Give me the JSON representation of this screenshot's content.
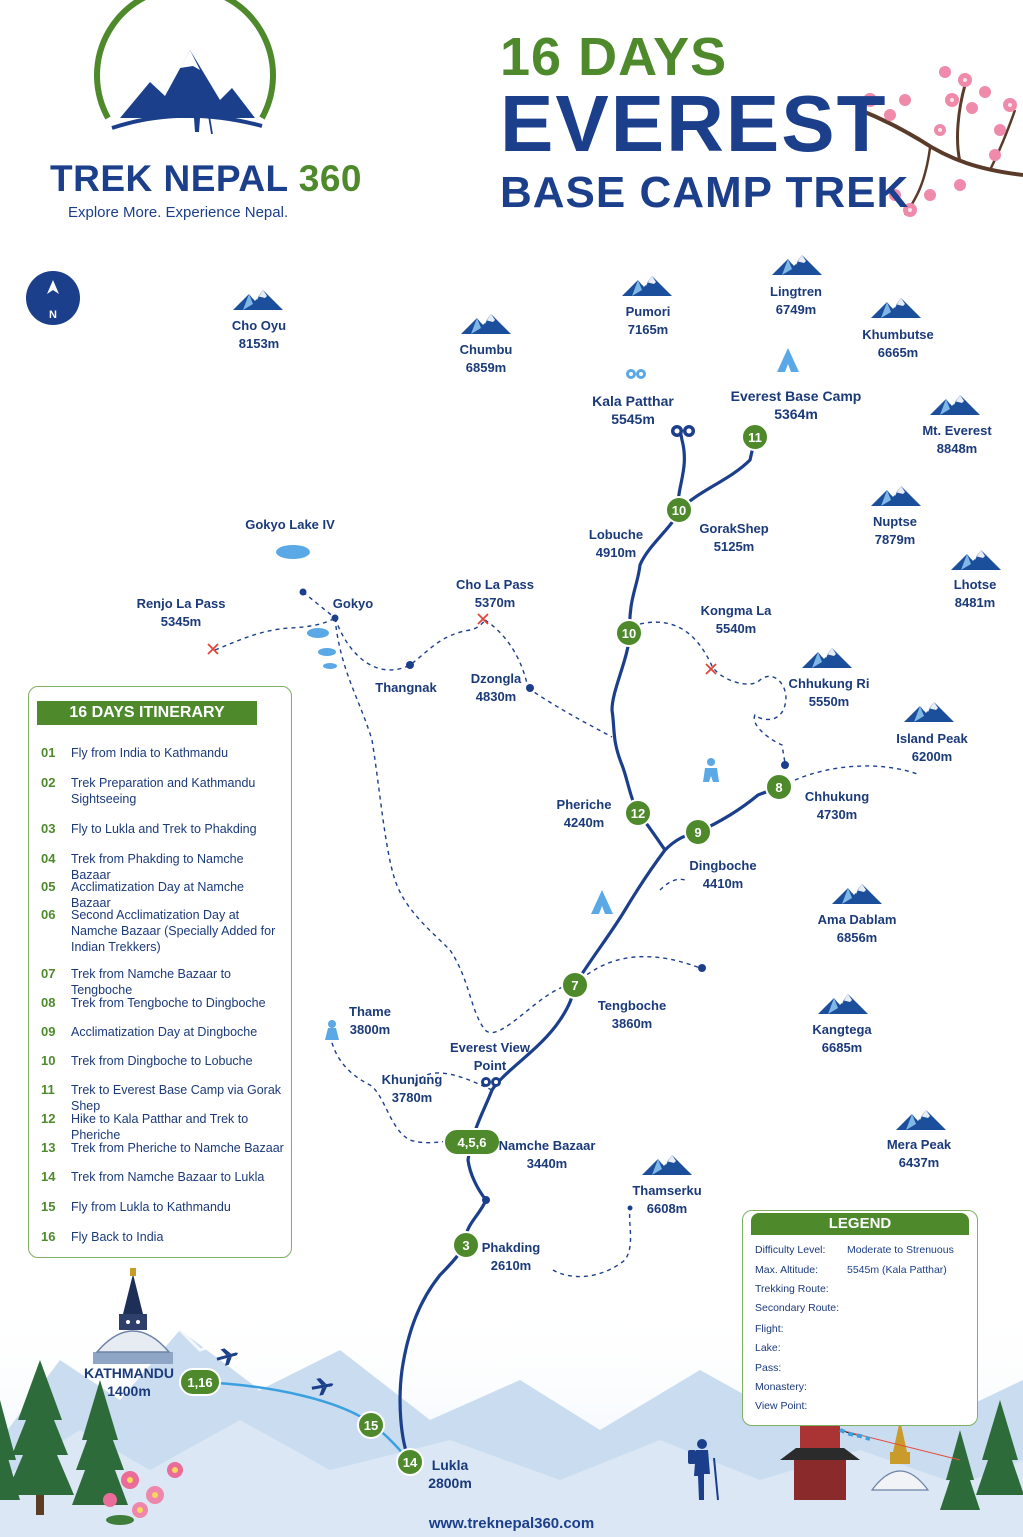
{
  "brand": {
    "name_main": "TREK NEPAL",
    "name_accent": "360",
    "tagline": "Explore More. Experience Nepal."
  },
  "title": {
    "days": "16 DAYS",
    "main": "EVEREST",
    "sub": "BASE CAMP TREK"
  },
  "compass": {
    "label": "N"
  },
  "places": {
    "cho_oyu": {
      "name": "Cho Oyu",
      "elev": "8153m"
    },
    "chumbu": {
      "name": "Chumbu",
      "elev": "6859m"
    },
    "pumori": {
      "name": "Pumori",
      "elev": "7165m"
    },
    "lingtren": {
      "name": "Lingtren",
      "elev": "6749m"
    },
    "khumbutse": {
      "name": "Khumbutse",
      "elev": "6665m"
    },
    "kala_patthar": {
      "name": "Kala Patthar",
      "elev": "5545m"
    },
    "ebc": {
      "name": "Everest Base Camp",
      "elev": "5364m"
    },
    "everest": {
      "name": "Mt. Everest",
      "elev": "8848m"
    },
    "nuptse": {
      "name": "Nuptse",
      "elev": "7879m"
    },
    "lhotse": {
      "name": "Lhotse",
      "elev": "8481m"
    },
    "gokyo_lake": {
      "name": "Gokyo Lake IV"
    },
    "lobuche": {
      "name": "Lobuche",
      "elev": "4910m"
    },
    "gorakshep": {
      "name": "GorakShep",
      "elev": "5125m"
    },
    "renjo": {
      "name": "Renjo La Pass",
      "elev": "5345m"
    },
    "gokyo": {
      "name": "Gokyo"
    },
    "cho_la": {
      "name": "Cho La Pass",
      "elev": "5370m"
    },
    "kongma": {
      "name": "Kongma La",
      "elev": "5540m"
    },
    "thangnak": {
      "name": "Thangnak"
    },
    "dzongla": {
      "name": "Dzongla",
      "elev": "4830m"
    },
    "chhukung_ri": {
      "name": "Chhukung Ri",
      "elev": "5550m"
    },
    "island_peak": {
      "name": "Island Peak",
      "elev": "6200m"
    },
    "chhukung": {
      "name": "Chhukung",
      "elev": "4730m"
    },
    "pheriche": {
      "name": "Pheriche",
      "elev": "4240m"
    },
    "dingboche": {
      "name": "Dingboche",
      "elev": "4410m"
    },
    "ama_dablam": {
      "name": "Ama Dablam",
      "elev": "6856m"
    },
    "tengboche": {
      "name": "Tengboche",
      "elev": "3860m"
    },
    "kangtega": {
      "name": "Kangtega",
      "elev": "6685m"
    },
    "thame": {
      "name": "Thame",
      "elev": "3800m"
    },
    "everest_view": {
      "name": "Everest View",
      "name2": "Point"
    },
    "khunjung": {
      "name": "Khunjung",
      "elev": "3780m"
    },
    "namche": {
      "name": "Namche Bazaar",
      "elev": "3440m"
    },
    "mera": {
      "name": "Mera Peak",
      "elev": "6437m"
    },
    "thamserku": {
      "name": "Thamserku",
      "elev": "6608m"
    },
    "phakding": {
      "name": "Phakding",
      "elev": "2610m"
    },
    "kathmandu": {
      "name": "KATHMANDU",
      "elev": "1400m"
    },
    "lukla": {
      "name": "Lukla",
      "elev": "2800m"
    }
  },
  "nodes": [
    {
      "id": "n11",
      "label": "11"
    },
    {
      "id": "n10a",
      "label": "10"
    },
    {
      "id": "n10b",
      "label": "10"
    },
    {
      "id": "n8",
      "label": "8"
    },
    {
      "id": "n12",
      "label": "12"
    },
    {
      "id": "n9",
      "label": "9"
    },
    {
      "id": "n7",
      "label": "7"
    },
    {
      "id": "n456",
      "label": "4,5,6"
    },
    {
      "id": "n3",
      "label": "3"
    },
    {
      "id": "n116",
      "label": "1,16"
    },
    {
      "id": "n15",
      "label": "15"
    },
    {
      "id": "n14",
      "label": "14"
    }
  ],
  "itinerary": {
    "title": "16 DAYS ITINERARY",
    "items": [
      {
        "num": "01",
        "text": "Fly from India to Kathmandu"
      },
      {
        "num": "02",
        "text": "Trek Preparation and Kathmandu Sightseeing"
      },
      {
        "num": "03",
        "text": "Fly to Lukla and Trek to Phakding"
      },
      {
        "num": "04",
        "text": "Trek from Phakding to Namche Bazaar"
      },
      {
        "num": "05",
        "text": "Acclimatization Day at Namche Bazaar"
      },
      {
        "num": "06",
        "text": "Second Acclimatization Day at Namche Bazaar (Specially Added for Indian Trekkers)"
      },
      {
        "num": "07",
        "text": "Trek from Namche Bazaar to Tengboche"
      },
      {
        "num": "08",
        "text": "Trek from Tengboche to Dingboche"
      },
      {
        "num": "09",
        "text": "Acclimatization Day at Dingboche"
      },
      {
        "num": "10",
        "text": "Trek from Dingboche to Lobuche"
      },
      {
        "num": "11",
        "text": "Trek to Everest Base Camp via Gorak Shep"
      },
      {
        "num": "12",
        "text": "Hike to Kala Patthar and Trek to Pheriche"
      },
      {
        "num": "13",
        "text": "Trek from Pheriche to Namche Bazaar"
      },
      {
        "num": "14",
        "text": "Trek from Namche Bazaar to Lukla"
      },
      {
        "num": "15",
        "text": "Fly from Lukla to Kathmandu"
      },
      {
        "num": "16",
        "text": "Fly Back to India"
      }
    ]
  },
  "legend": {
    "title": "LEGEND",
    "difficulty_label": "Difficulty Level:",
    "difficulty_value": "Moderate to Strenuous",
    "altitude_label": "Max. Altitude:",
    "altitude_value": "5545m (Kala Patthar)",
    "trekking_label": "Trekking Route:",
    "secondary_label": "Secondary Route:",
    "flight_label": "Flight:",
    "lake_label": "Lake:",
    "pass_label": "Pass:",
    "monastery_label": "Monastery:",
    "viewpoint_label": "View Point:"
  },
  "colors": {
    "navy": "#1b3f8b",
    "green": "#4e8a2c",
    "route": "#1b3f8b",
    "flight": "#3aa0e0",
    "lake": "#5aa8e6",
    "pass": "#e0453a",
    "peak_light": "#7fb7e6"
  },
  "website": "www.treknepal360.com"
}
